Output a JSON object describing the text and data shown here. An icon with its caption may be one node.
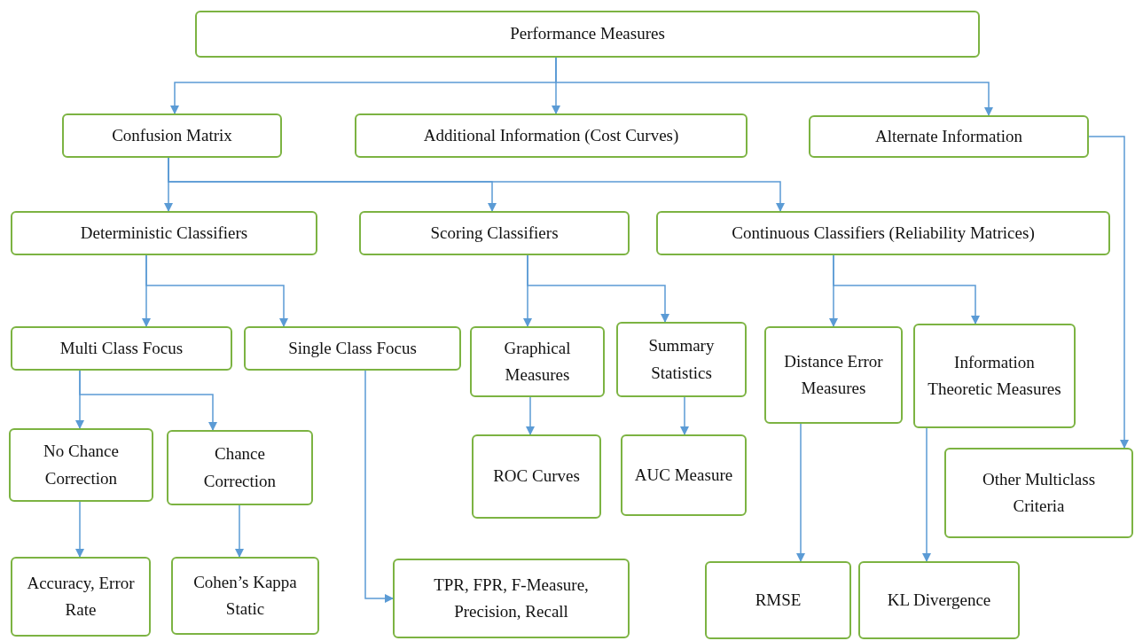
{
  "diagram": {
    "nodes": [
      {
        "text": [
          "Performance Measures"
        ]
      },
      {
        "text": [
          "Confusion Matrix"
        ]
      },
      {
        "text": [
          "Additional Information (Cost Curves)"
        ]
      },
      {
        "text": [
          "Alternate Information"
        ]
      },
      {
        "text": [
          "Deterministic Classifiers"
        ]
      },
      {
        "text": [
          "Scoring Classifiers"
        ]
      },
      {
        "text": [
          "Continuous Classifiers (Reliability Matrices)"
        ]
      },
      {
        "text": [
          "Multi Class Focus"
        ]
      },
      {
        "text": [
          "Single Class Focus"
        ]
      },
      {
        "text": [
          "Graphical Measures"
        ]
      },
      {
        "text": [
          "Summary Statistics"
        ]
      },
      {
        "text": [
          "Distance Error Measures"
        ]
      },
      {
        "text": [
          "Information Theoretic Measures"
        ]
      },
      {
        "text": [
          "No Chance Correction"
        ]
      },
      {
        "text": [
          "Chance Correction"
        ]
      },
      {
        "text": [
          "ROC Curves"
        ]
      },
      {
        "text": [
          "AUC Measure"
        ]
      },
      {
        "text": [
          "Other Multiclass Criteria"
        ]
      },
      {
        "text": [
          "Accuracy, Error Rate"
        ]
      },
      {
        "text": [
          "Cohen’s Kappa Static"
        ]
      },
      {
        "text": [
          "TPR, FPR, F-Measure, Precision, Recall"
        ]
      },
      {
        "text": [
          "RMSE"
        ]
      },
      {
        "text": [
          "KL Divergence"
        ]
      }
    ],
    "edges": [
      {
        "from": 0,
        "to": 1,
        "arrow": "to"
      },
      {
        "from": 0,
        "to": 2,
        "arrow": "to"
      },
      {
        "from": 0,
        "to": 3,
        "arrow": "to"
      },
      {
        "from": 1,
        "to": 4,
        "arrow": "to"
      },
      {
        "from": 1,
        "to": 5,
        "arrow": "to"
      },
      {
        "from": 1,
        "to": 6,
        "arrow": "to"
      },
      {
        "from": 3,
        "to": 17,
        "arrow": "to"
      },
      {
        "from": 4,
        "to": 7,
        "arrow": "to"
      },
      {
        "from": 4,
        "to": 8,
        "arrow": "to"
      },
      {
        "from": 5,
        "to": 9,
        "arrow": "to"
      },
      {
        "from": 5,
        "to": 10,
        "arrow": "to"
      },
      {
        "from": 6,
        "to": 11,
        "arrow": "to"
      },
      {
        "from": 6,
        "to": 12,
        "arrow": "to"
      },
      {
        "from": 7,
        "to": 13,
        "arrow": "to"
      },
      {
        "from": 7,
        "to": 14,
        "arrow": "to"
      },
      {
        "from": 8,
        "to": 20,
        "arrow": "to"
      },
      {
        "from": 9,
        "to": 15,
        "arrow": "to"
      },
      {
        "from": 10,
        "to": 16,
        "arrow": "to"
      },
      {
        "from": 11,
        "to": 21,
        "arrow": "to"
      },
      {
        "from": 12,
        "to": 22,
        "arrow": "to"
      },
      {
        "from": 13,
        "to": 18,
        "arrow": "to"
      },
      {
        "from": 14,
        "to": 19,
        "arrow": "to"
      }
    ]
  }
}
